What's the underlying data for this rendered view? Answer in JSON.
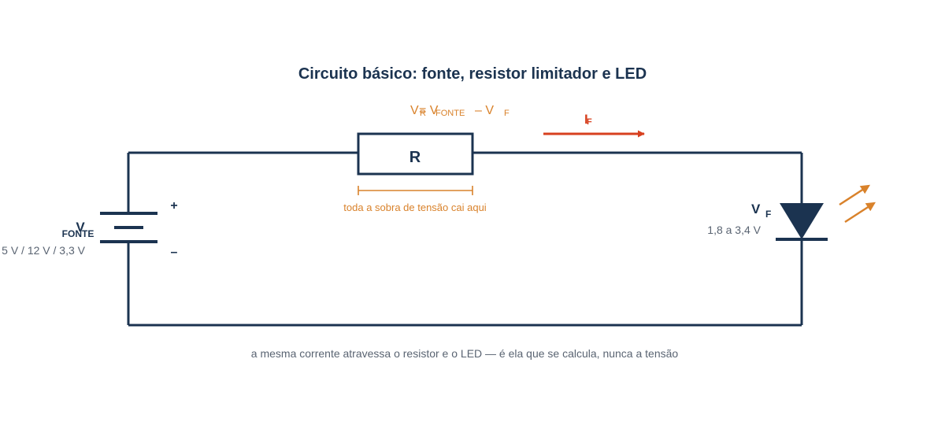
{
  "title": "Circuito básico: fonte, resistor limitador e LED",
  "source": {
    "symbol": "V",
    "subscript": "FONTE",
    "values": "5 V / 12 V / 3,3 V",
    "plus": "+",
    "minus": "–"
  },
  "resistor": {
    "label": "R",
    "voltage_formula": {
      "v": "V",
      "r_sub": "R",
      "eq": "= V",
      "fonte_sub": "FONTE",
      "minus": "– V",
      "f_sub": "F"
    },
    "note": "toda a sobra de tensão cai aqui"
  },
  "current": {
    "symbol": "I",
    "subscript": "F"
  },
  "led": {
    "symbol": "V",
    "subscript": "F",
    "range": "1,8 a 3,4 V"
  },
  "caption": "a mesma corrente atravessa o resistor e o LED — é ela que se calcula, nunca a tensão",
  "colors": {
    "wire": "#1b3350",
    "accent": "#d9822b",
    "current": "#d7401f",
    "muted_text": "#5a6472"
  }
}
